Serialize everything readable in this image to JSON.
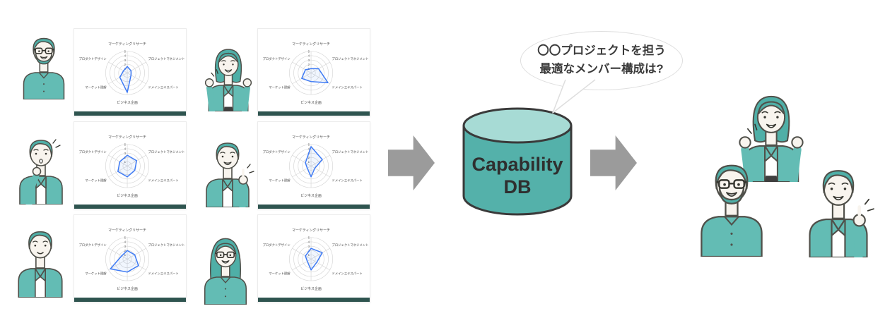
{
  "canvas": {
    "background": "#ffffff"
  },
  "speech_bubble": {
    "line1": "〇〇プロジェクトを担う",
    "line2": "最適なメンバー構成は?"
  },
  "database": {
    "line1": "Capability",
    "line2": "DB"
  },
  "colors": {
    "illustration_teal": "#63bcb4",
    "hair_teal": "#4fafa7",
    "skin": "#f8f4ee",
    "outline": "#50504a",
    "db_body": "#54b1aa",
    "db_top": "#a7dbd5",
    "db_outline": "#3a3a3a",
    "db_text": "#2f2f2f",
    "arrow_gray": "#9b9b9b",
    "chart_line_blue": "#3d7af5",
    "chart_grid": "#d7d7d7",
    "card_footer_teal": "#2e544f",
    "bubble_border": "#dedede"
  },
  "people": [
    {
      "id": "member-1",
      "avatar": "man-glasses"
    },
    {
      "id": "member-2",
      "avatar": "woman-cheer"
    },
    {
      "id": "member-3",
      "avatar": "man-think"
    },
    {
      "id": "member-4",
      "avatar": "man-point"
    },
    {
      "id": "member-5",
      "avatar": "man-jacket"
    },
    {
      "id": "member-6",
      "avatar": "woman-long-glasses"
    }
  ],
  "team": [
    {
      "id": "team-member-1",
      "avatar": "man-glasses"
    },
    {
      "id": "team-member-2",
      "avatar": "woman-cheer"
    },
    {
      "id": "team-member-3",
      "avatar": "man-point"
    }
  ],
  "chart_data": {
    "type": "radar",
    "axes": [
      "マーケティングリサーチ",
      "プロジェクトマネジメント",
      "ドメインエキスパート",
      "ビジネス企画",
      "マーケット理解",
      "プロダクトデザイン"
    ],
    "rmax": 5,
    "ticks": [
      1,
      2,
      3,
      4,
      5
    ],
    "grid": "circular",
    "line_color": "#3d7af5",
    "series": [
      {
        "name": "member-1",
        "values": [
          1.5,
          1.0,
          1.0,
          4.5,
          2.0,
          1.0
        ]
      },
      {
        "name": "member-2",
        "values": [
          1.0,
          2.0,
          4.5,
          2.0,
          2.5,
          1.5
        ]
      },
      {
        "name": "member-3",
        "values": [
          2.5,
          2.5,
          2.0,
          2.5,
          2.5,
          2.0
        ]
      },
      {
        "name": "member-4",
        "values": [
          4.5,
          3.0,
          1.0,
          2.5,
          1.0,
          1.5
        ]
      },
      {
        "name": "member-5",
        "values": [
          2.0,
          2.0,
          3.0,
          3.0,
          4.5,
          1.5
        ]
      },
      {
        "name": "member-6",
        "values": [
          2.5,
          3.0,
          1.5,
          2.5,
          1.0,
          1.5
        ]
      }
    ]
  }
}
